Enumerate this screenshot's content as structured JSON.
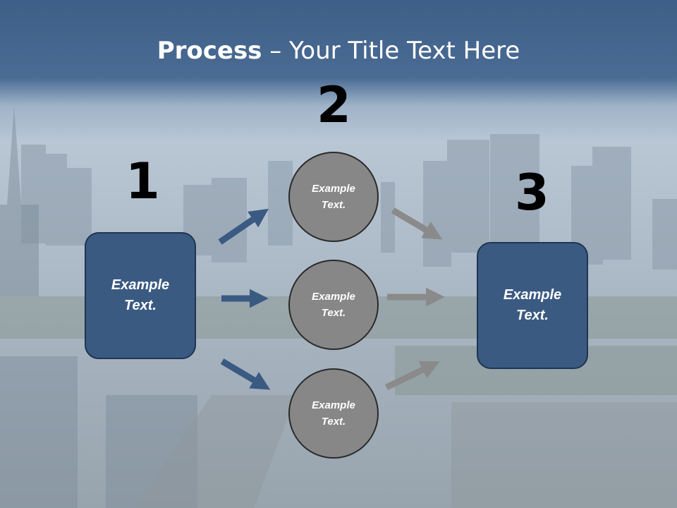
{
  "title": {
    "bold": "Process",
    "rest": " – Your Title Text Here"
  },
  "steps": [
    {
      "number": "1",
      "text_line1": "Example",
      "text_line2": "Text."
    },
    {
      "number": "2"
    },
    {
      "number": "3",
      "text_line1": "Example",
      "text_line2": "Text."
    }
  ],
  "circles": [
    {
      "line1": "Example",
      "line2": "Text."
    },
    {
      "line1": "Example",
      "line2": "Text."
    },
    {
      "line1": "Example",
      "line2": "Text."
    }
  ],
  "colors": {
    "header": "#3e5f87",
    "box": "#3a5a82",
    "circle": "#878787",
    "arrow_blue": "#3a5a82",
    "arrow_gray": "#8a8a8a"
  }
}
